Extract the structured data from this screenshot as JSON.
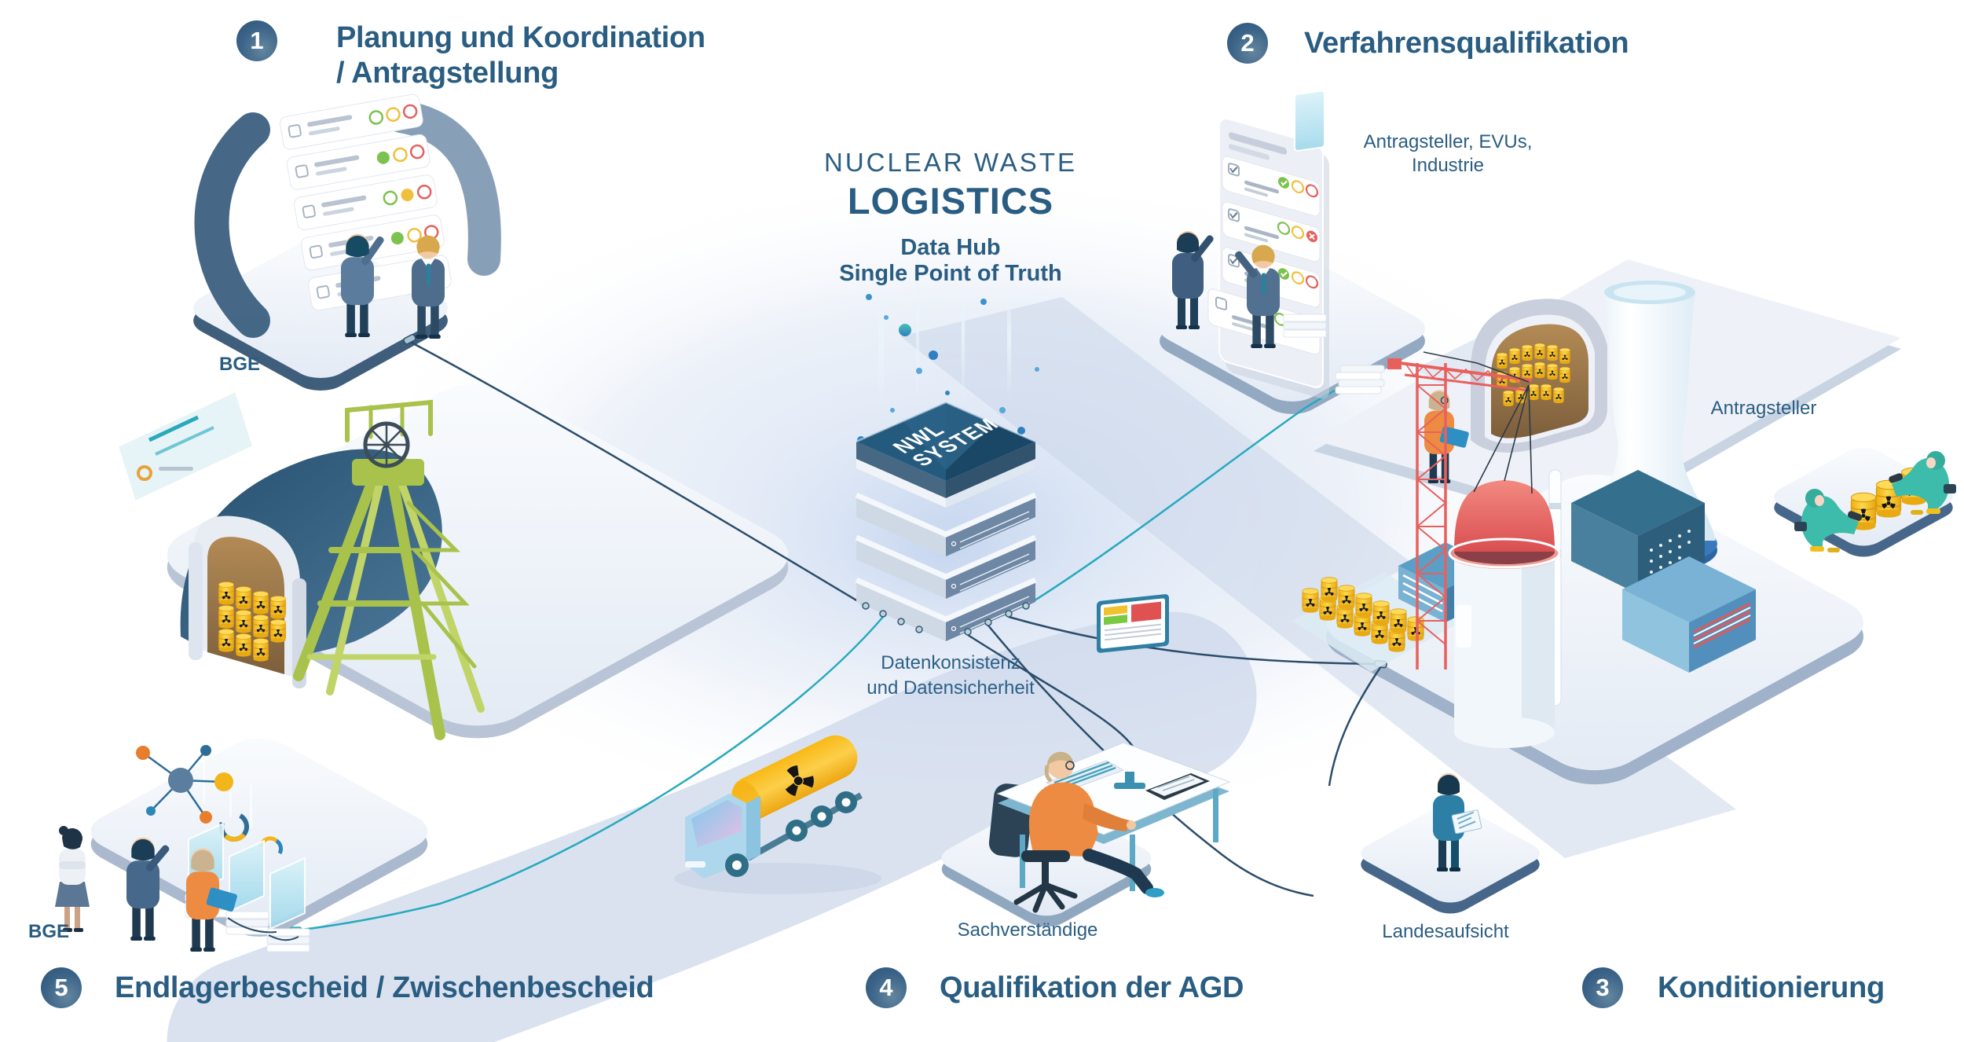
{
  "title": {
    "line1": "NUCLEAR WASTE",
    "line2": "LOGISTICS",
    "subtitle_line1": "Data Hub",
    "subtitle_line2": "Single Point of Truth"
  },
  "hub": {
    "system_label_line1": "NWL",
    "system_label_line2": "SYSTEM",
    "caption_line1": "Datenkonsistenz",
    "caption_line2": "und Datensicherheit"
  },
  "steps": [
    {
      "number": "1",
      "label": "Planung und Koordination\n/ Antragstellung"
    },
    {
      "number": "2",
      "label": "Verfahrensqualifikation"
    },
    {
      "number": "3",
      "label": "Konditionierung"
    },
    {
      "number": "4",
      "label": "Qualifikation der AGD"
    },
    {
      "number": "5",
      "label": "Endlagerbescheid / Zwischenbescheid"
    }
  ],
  "actors": {
    "bge_top": "BGE",
    "bge_bottom": "BGE",
    "antragsteller_evus": "Antragsteller, EVUs,\nIndustrie",
    "antragsteller": "Antragsteller",
    "sachverstaendige": "Sachverständige",
    "landesaufsicht": "Landesaufsicht"
  },
  "colors": {
    "text_blue": "#2a5d82",
    "badge_dark": "#2b527a",
    "badge_light": "#64869f",
    "teal_cable": "#27a9bd",
    "dark_cable": "#2b4d6b",
    "barrel_yellow": "#f5c01e",
    "accent_orange": "#ee8b43",
    "headframe_green": "#a9c24b",
    "crane_red": "#e8605e",
    "hazmat_teal": "#3dbcab",
    "server_top": "#1d4d70",
    "status_green": "#7cc24e",
    "status_yellow": "#f0bf3e",
    "status_red": "#e2625f"
  }
}
